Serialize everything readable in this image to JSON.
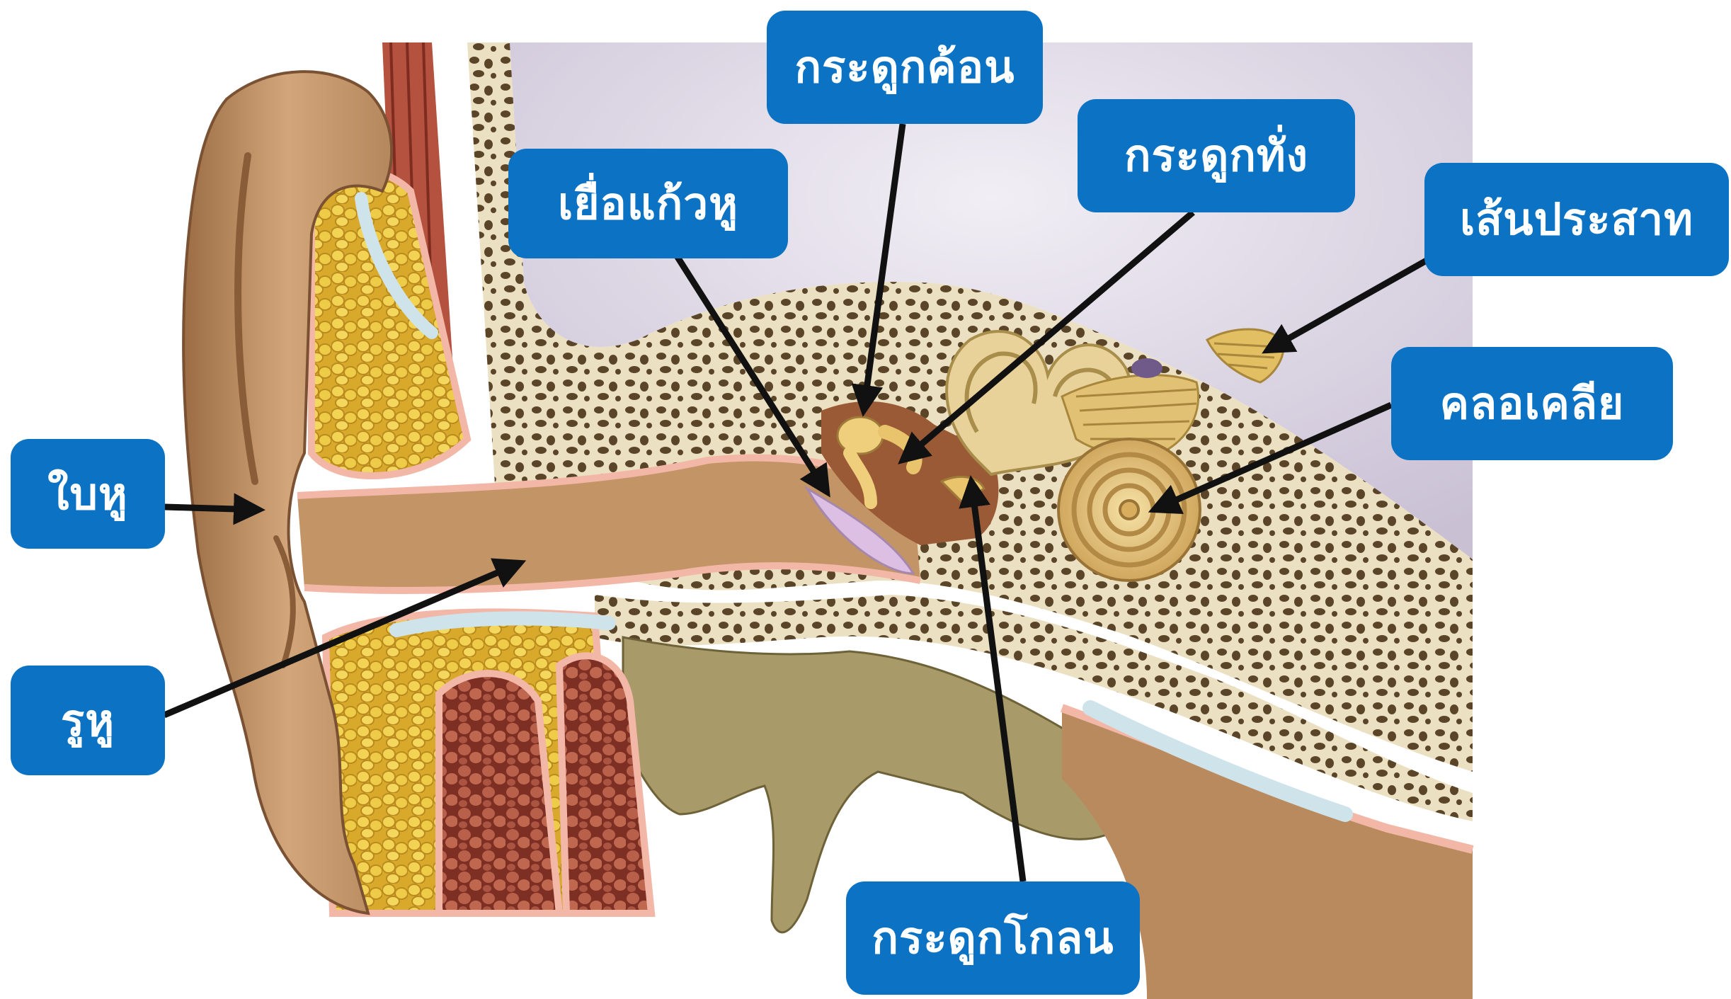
{
  "labels": {
    "pinna": "ใบหู",
    "ear_canal": "รูหู",
    "eardrum": "เยื่อแก้วหู",
    "malleus": "กระดูกค้อน",
    "incus": "กระดูกทั่ง",
    "nerve": "เส้นประสาท",
    "cochlea": "คลอเคลีย",
    "stapes": "กระดูกโกลน"
  },
  "colors": {
    "label_bg": "#0b72c4",
    "label_text": "#ffffff",
    "arrow": "#111111",
    "skin": "#b98a5e",
    "bone": "#ede0bf",
    "fat": "#e8c445",
    "brain": "#d9d3e1",
    "muscle": "#a24d3c"
  }
}
